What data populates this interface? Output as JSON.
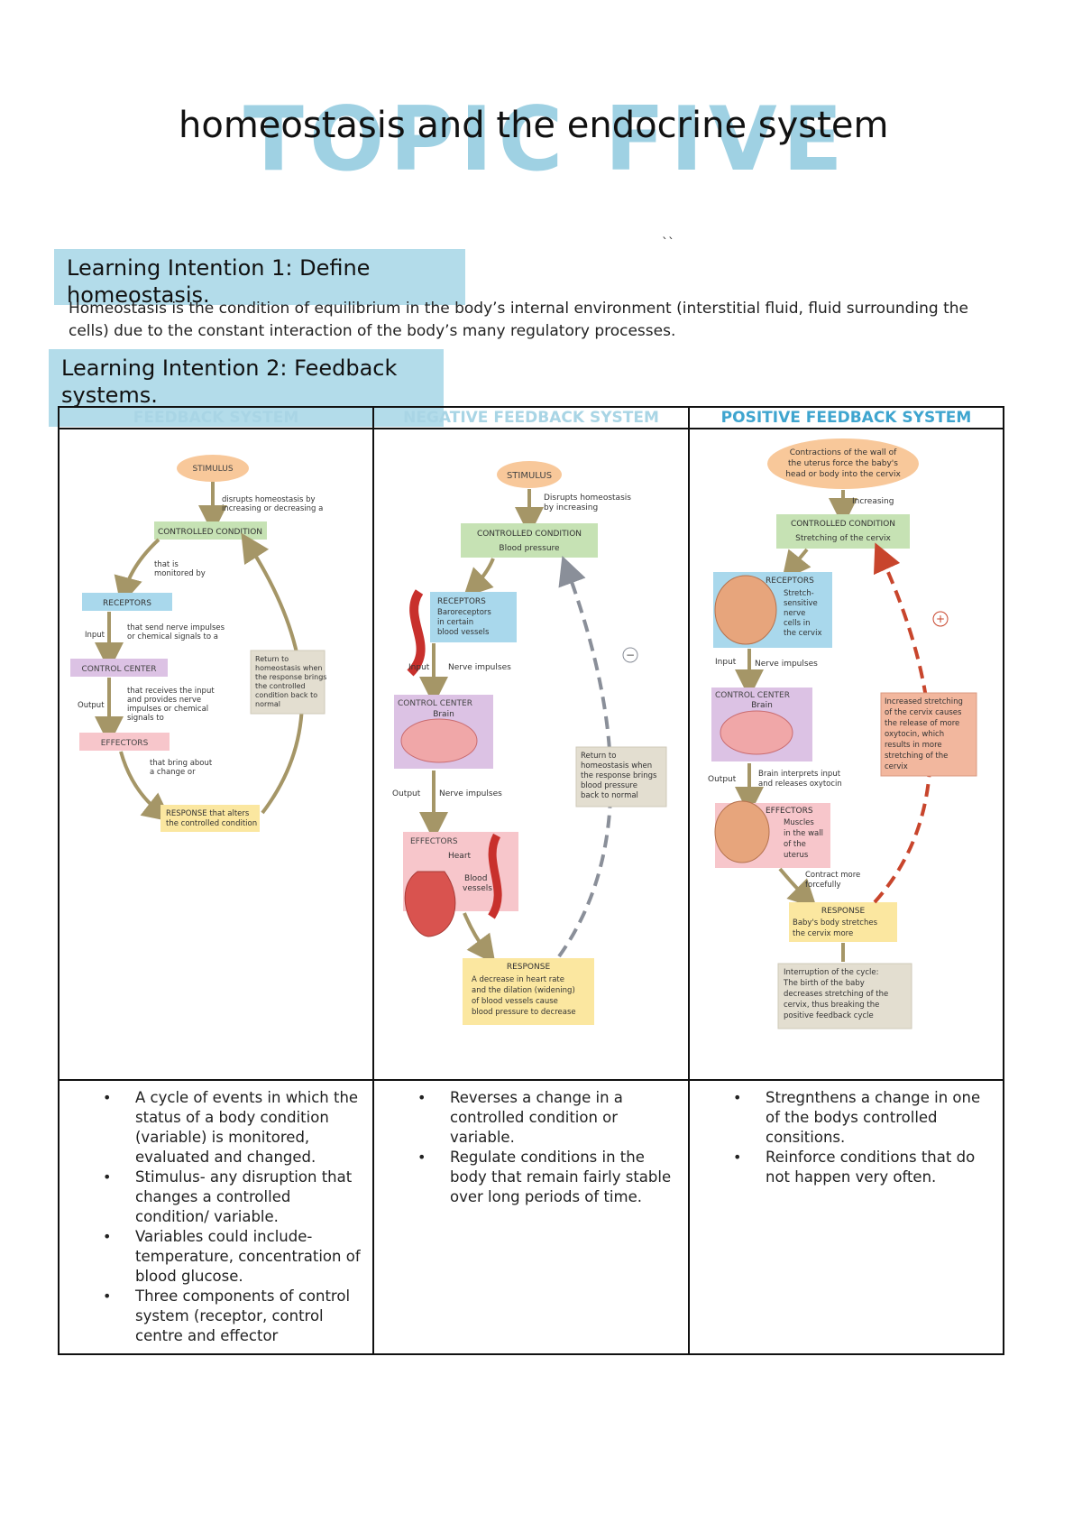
{
  "watermark": "TOPIC FIVE",
  "title": "homeostasis and the endocrine system",
  "stray_mark": "``",
  "li1": {
    "heading": "Learning Intention 1: Define homeostasis.",
    "text": "Homeostasis is the condition of equilibrium in the body’s internal environment (interstitial fluid, fluid surrounding the cells) due to the constant interaction of the body’s many regulatory processes."
  },
  "li2": {
    "heading": "Learning Intention 2: Feedback systems."
  },
  "table": {
    "headers": [
      "FEEDBACK SYSTEM",
      "NEGATIVE FEEDBACK SYSTEM",
      "POSITIVE FEEDBACK SYSTEM"
    ],
    "diagram1": {
      "stimulus": "STIMULUS",
      "disrupts": [
        "disrupts homeostasis by",
        "increasing or decreasing a"
      ],
      "controlled": "CONTROLLED CONDITION",
      "monitored": [
        "that is",
        "monitored by"
      ],
      "receptors": "RECEPTORS",
      "input": "Input",
      "send": [
        "that send nerve impulses",
        "or chemical signals to a"
      ],
      "control": "CONTROL CENTER",
      "output": "Output",
      "receives": [
        "that receives the input",
        "and provides nerve",
        "impulses or chemical",
        "signals to"
      ],
      "effectors": "EFFECTORS",
      "bring": [
        "that bring about",
        "a change or"
      ],
      "response": [
        "RESPONSE that alters",
        "the controlled condition"
      ],
      "return": [
        "Return to",
        "homeostasis when",
        "the response brings",
        "the controlled",
        "condition back to",
        "normal"
      ]
    },
    "diagram2": {
      "stimulus": "STIMULUS",
      "disrupts": [
        "Disrupts homeostasis",
        "by increasing"
      ],
      "controlled": "CONTROLLED CONDITION",
      "controlled_sub": "Blood pressure",
      "receptors": "RECEPTORS",
      "receptors_sub": [
        "Baroreceptors",
        "in certain",
        "blood vessels"
      ],
      "input": "Input",
      "nerve1": "Nerve impulses",
      "control": "CONTROL CENTER",
      "control_sub": "Brain",
      "output": "Output",
      "nerve2": "Nerve impulses",
      "effectors": "EFFECTORS",
      "heart": "Heart",
      "vessels": [
        "Blood",
        "vessels"
      ],
      "response": "RESPONSE",
      "response_sub": [
        "A decrease in heart rate",
        "and the dilation (widening)",
        "of blood vessels cause",
        "blood pressure to decrease"
      ],
      "return": [
        "Return to",
        "homeostasis when",
        "the response brings",
        "blood pressure",
        "back to normal"
      ],
      "sign": "−"
    },
    "diagram3": {
      "stimulus": [
        "Contractions of the wall of",
        "the uterus force the baby's",
        "head or body into the cervix"
      ],
      "increasing": "Increasing",
      "controlled": "CONTROLLED CONDITION",
      "controlled_sub": "Stretching of the cervix",
      "receptors": "RECEPTORS",
      "receptors_sub": [
        "Stretch-",
        "sensitive",
        "nerve",
        "cells in",
        "the cervix"
      ],
      "input": "Input",
      "nerve": "Nerve impulses",
      "control": "CONTROL CENTER",
      "control_sub": "Brain",
      "output": "Output",
      "oxytocin": [
        "Brain interprets input",
        "and releases oxytocin"
      ],
      "effectors": "EFFECTORS",
      "effectors_sub": [
        "Muscles",
        "in the wall",
        "of the",
        "uterus"
      ],
      "contract": [
        "Contract more",
        "forcefully"
      ],
      "response": "RESPONSE",
      "response_sub": [
        "Baby's body stretches",
        "the cervix more"
      ],
      "loop": [
        "Increased stretching",
        "of the cervix causes",
        "the release of more",
        "oxytocin, which",
        "results in more",
        "stretching of the",
        "cervix"
      ],
      "interruption": [
        "Interruption of the cycle:",
        "The birth of the baby",
        "decreases stretching of the",
        "cervix, thus breaking the",
        "positive feedback cycle"
      ],
      "sign": "+"
    },
    "notes1": [
      "A cycle of events in which the status of a body condition (variable) is monitored, evaluated and changed.",
      "Stimulus- any disruption that changes a controlled condition/ variable.",
      "Variables could include- temperature, concentration of blood glucose.",
      "Three components of control system (receptor, control centre and effector"
    ],
    "notes2": [
      "Reverses a change in a controlled condition or variable.",
      "Regulate conditions in the body that remain fairly stable over long periods of time."
    ],
    "notes3": [
      "Stregnthens a change in one of the bodys controlled consitions.",
      "Reinforce conditions that do not happen very often."
    ]
  },
  "colors": {
    "watermark": "#9fd1e3",
    "li_box": "#b3dcea",
    "stimulus": "#f8c89a",
    "controlled": "#c6e2b4",
    "receptors": "#a9d8ec",
    "control": "#dcc2e4",
    "effectors": "#f7c6cb",
    "response": "#fbe7a0",
    "return": "#e3ded0",
    "arrow": "#a59667",
    "dashed_neg": "#8a8f99",
    "dashed_pos": "#c8452c"
  }
}
